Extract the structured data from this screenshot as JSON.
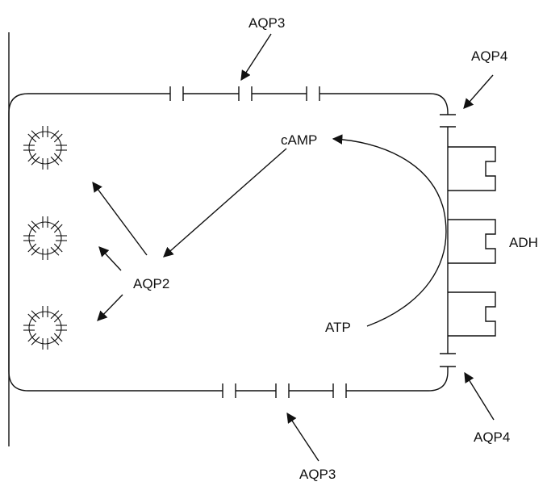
{
  "labels": {
    "aqp3_top": "AQP3",
    "aqp4_top": "AQP4",
    "camp": "cAMP",
    "adh": "ADH",
    "aqp2": "AQP2",
    "atp": "ATP",
    "aqp4_bottom": "AQP4",
    "aqp3_bottom": "AQP3"
  },
  "colors": {
    "stroke": "#111111",
    "background": "#ffffff"
  }
}
